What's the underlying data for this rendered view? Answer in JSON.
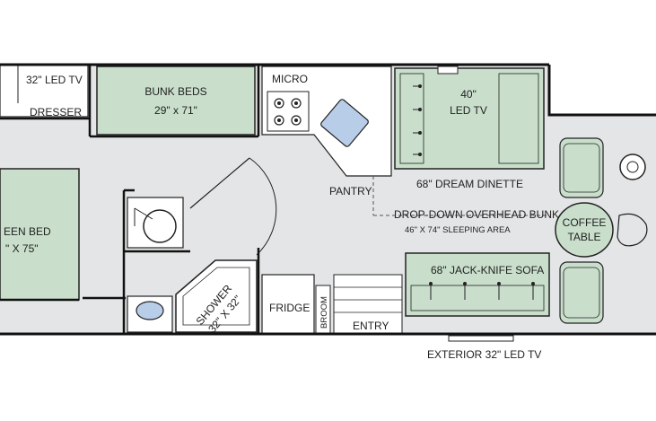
{
  "floorplan": {
    "labels": {
      "led_tv_bedroom": "32\" LED TV",
      "dresser": "DRESSER",
      "bunk_beds": "BUNK BEDS",
      "bunk_beds_size": "29\" x 71\"",
      "micro": "MICRO",
      "led_tv_40_a": "40\"",
      "led_tv_40_b": "LED TV",
      "pantry": "PANTRY",
      "dinette": "68\" DREAM DINETTE",
      "overhead_bunk": "DROP-DOWN OVERHEAD BUNK",
      "overhead_bunk_size": "46\" X 74\" SLEEPING AREA",
      "coffee_table_a": "COFFEE",
      "coffee_table_b": "TABLE",
      "queen_bed_a": "EEN BED",
      "queen_bed_b": "\" X 75\"",
      "shower_a": "SHOWER",
      "shower_b": "32\" X 32\"",
      "fridge": "FRIDGE",
      "broom": "BROOM",
      "entry": "ENTRY",
      "sofa": "68\" JACK-KNIFE SOFA",
      "exterior_tv": "EXTERIOR 32\" LED TV"
    },
    "colors": {
      "floor": "#e4e5e6",
      "furniture_green": "#c9dfcc",
      "wall": "#111111",
      "counter": "#ffffff",
      "sink_blue": "#b8cde8"
    }
  }
}
